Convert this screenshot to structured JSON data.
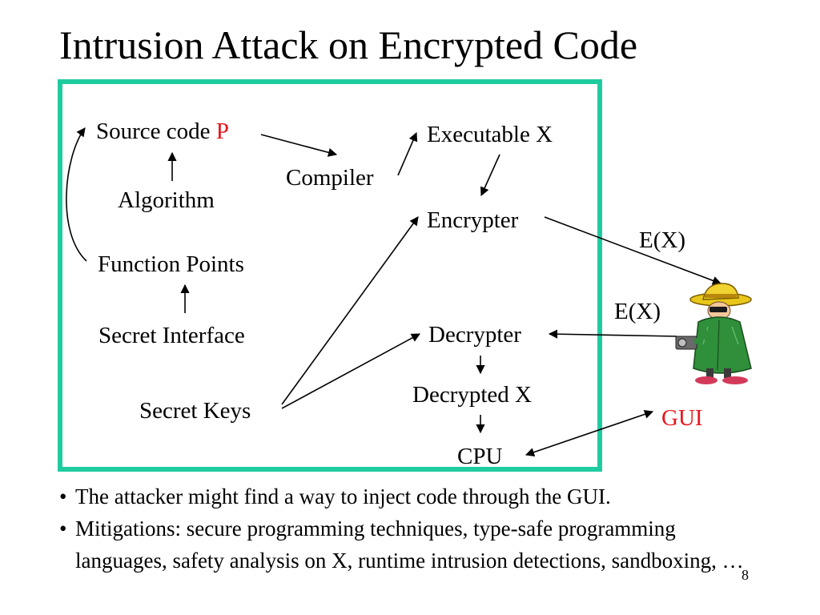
{
  "slide": {
    "title": "Intrusion Attack on Encrypted Code",
    "page_number": "8"
  },
  "diagram": {
    "source_code_prefix": "Source code ",
    "source_code_var": "P",
    "algorithm": "Algorithm",
    "function_points": "Function Points",
    "secret_interface": "Secret Interface",
    "secret_keys": "Secret Keys",
    "compiler": "Compiler",
    "executable": "Executable X",
    "encrypter": "Encrypter",
    "decrypter": "Decrypter",
    "decrypted": "Decrypted X",
    "cpu": "CPU",
    "ex_out": "E(X)",
    "ex_in": "E(X)",
    "gui": "GUI",
    "colors": {
      "frame": "#1fcc9f",
      "highlight": "#e8141c"
    },
    "attacker_icon": "spy-attacker-icon"
  },
  "bullets": [
    "The attacker might find a way to inject code through the GUI.",
    "Mitigations: secure programming techniques, type-safe programming languages, safety analysis on X, runtime intrusion detections, sandboxing, …"
  ]
}
